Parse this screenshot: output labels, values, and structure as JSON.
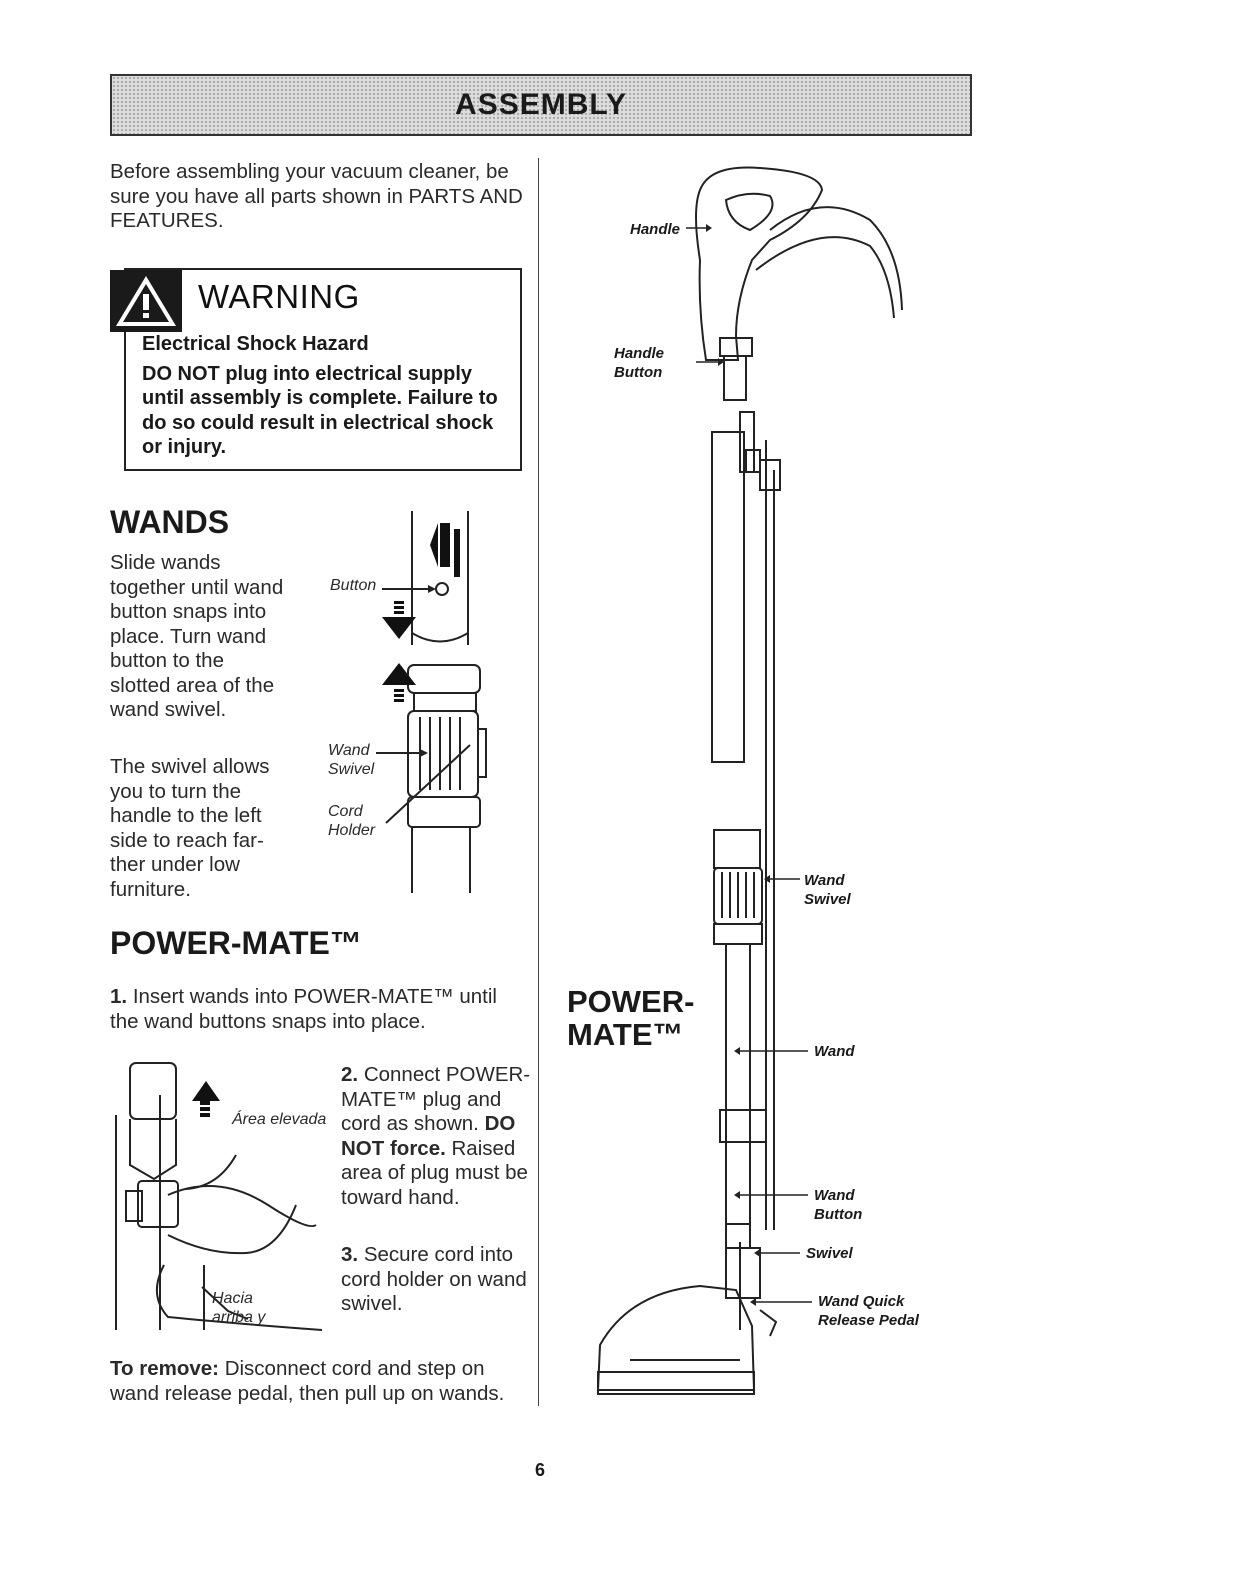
{
  "header": {
    "title": "ASSEMBLY"
  },
  "intro": {
    "text": "Before assembling your vacuum cleaner, be sure you have all parts shown in PARTS AND FEATURES."
  },
  "warning": {
    "title": "WARNING",
    "line1": "Electrical Shock Hazard",
    "line2": "DO NOT plug into electrical supply until assembly is complete. Failure to do so could result in electrical shock or injury."
  },
  "wands": {
    "heading": "WANDS",
    "text1": "Slide wands together until wand button snaps into place. Turn wand button to the slotted area of the wand swivel.",
    "text2": "The swivel allows you to turn the handle to the left side to reach far-ther under low furniture.",
    "labels": {
      "button": "Button",
      "wand_swivel": "Wand Swivel",
      "cord_holder": "Cord Holder"
    }
  },
  "power_mate": {
    "heading": "POWER-MATE™",
    "step1_num": "1.",
    "step1_text": "Insert wands into POWER-MATE™ until the wand buttons snaps into place.",
    "step2_num": "2.",
    "step2_a": "Connect POWER-MATE™ plug and cord as shown.",
    "step2_bold": "DO NOT force.",
    "step2_b": "Raised area of plug must be toward hand.",
    "step3_num": "3.",
    "step3_text": "Secure cord into cord holder on wand swivel.",
    "remove_label": "To remove:",
    "remove_text": "Disconnect cord and step on wand release pedal, then pull up on wands.",
    "plug_labels": {
      "area_elevada": "Área elevada",
      "hacia_arriba": "Hacia arriba y"
    }
  },
  "right_diagram": {
    "heading": "POWER-MATE™",
    "labels": {
      "handle": "Handle",
      "handle_button": "Handle Button",
      "wand_swivel": "Wand Swivel",
      "wand": "Wand",
      "wand_button": "Wand Button",
      "swivel": "Swivel",
      "quick_release": "Wand Quick Release Pedal"
    }
  },
  "page_number": "6"
}
